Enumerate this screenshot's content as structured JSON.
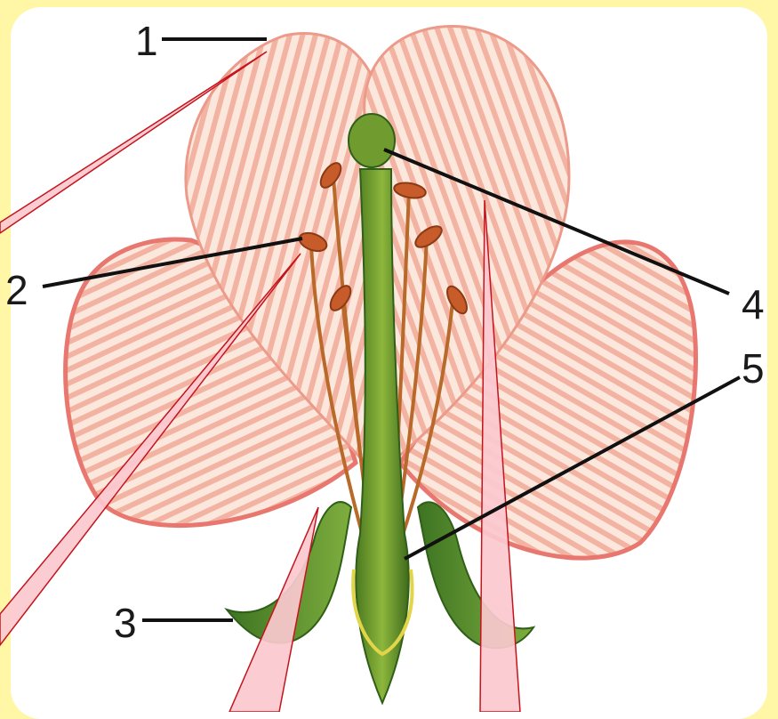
{
  "labels": [
    {
      "id": "petal",
      "text": "1"
    },
    {
      "id": "stamen",
      "text": "2"
    },
    {
      "id": "sepal",
      "text": "3"
    },
    {
      "id": "stigma",
      "text": "4"
    },
    {
      "id": "ovary",
      "text": "5"
    }
  ],
  "colors": {
    "background": "#fff6a6",
    "petal_light": "#fbe7dc",
    "petal_edge": "#e8776f",
    "petal_vein": "#ef9f8e",
    "pistil": "#5b8f2a",
    "sepal": "#4f8a2c",
    "anther": "#c75b2a",
    "pointer_fill": "#fbc9cf",
    "pointer_stroke": "#c4141c"
  }
}
